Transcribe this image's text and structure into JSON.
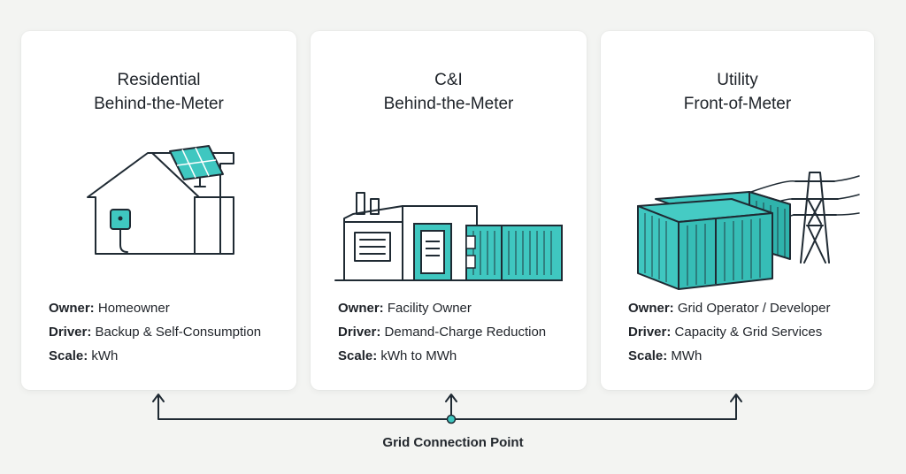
{
  "accent": "#3fc7c0",
  "line_color": "#1f2a33",
  "cards": [
    {
      "title_line1": "Residential",
      "title_line2": "Behind-the-Meter",
      "icon": "house-with-solar-and-battery-icon",
      "owner_label": "Owner:",
      "owner": "Homeowner",
      "driver_label": "Driver:",
      "driver": "Backup & Self-Consumption",
      "scale_label": "Scale:",
      "scale": "kWh"
    },
    {
      "title_line1": "C&I",
      "title_line2": "Behind-the-Meter",
      "icon": "factory-with-battery-container-icon",
      "owner_label": "Owner:",
      "owner": "Facility Owner",
      "driver_label": "Driver:",
      "driver": "Demand-Charge Reduction",
      "scale_label": "Scale:",
      "scale": "kWh to MWh"
    },
    {
      "title_line1": "Utility",
      "title_line2": "Front-of-Meter",
      "icon": "battery-containers-and-transmission-tower-icon",
      "owner_label": "Owner:",
      "owner": "Grid Operator / Developer",
      "driver_label": "Driver:",
      "driver": "Capacity & Grid Services",
      "scale_label": "Scale:",
      "scale": "MWh"
    }
  ],
  "connection_label": "Grid Connection Point"
}
